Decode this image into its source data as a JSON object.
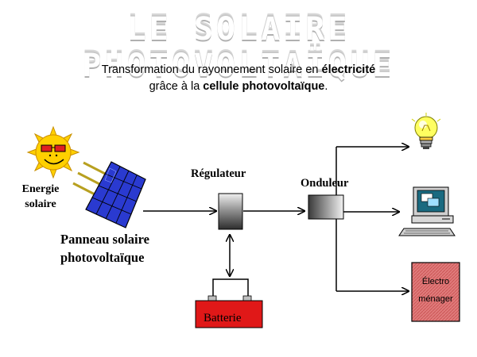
{
  "title": "LE SOLAIRE PHOTOVOLTAÏQUE",
  "subtitle": {
    "line1_prefix": "Transformation du rayonnement solaire en ",
    "line1_bold": "électricité",
    "line2_prefix": "grâce à la ",
    "line2_bold": "cellule photovoltaïque",
    "line2_suffix": "."
  },
  "labels": {
    "energie_line1": "Energie",
    "energie_line2": "solaire",
    "panneau_line1": "Panneau solaire",
    "panneau_line2": "photovoltaïque",
    "regulateur": "Régulateur",
    "onduleur": "Onduleur",
    "batterie": "Batterie",
    "electro_line1": "Électro",
    "electro_line2": "ménager"
  },
  "icons": [
    "sun-icon",
    "solar-panel-icon",
    "light-bulb-icon",
    "computer-icon"
  ],
  "colors": {
    "panel": "#2a3ad0",
    "battery": "#e01818",
    "appliance": "#e07b7b",
    "sun": "#ffd000"
  }
}
